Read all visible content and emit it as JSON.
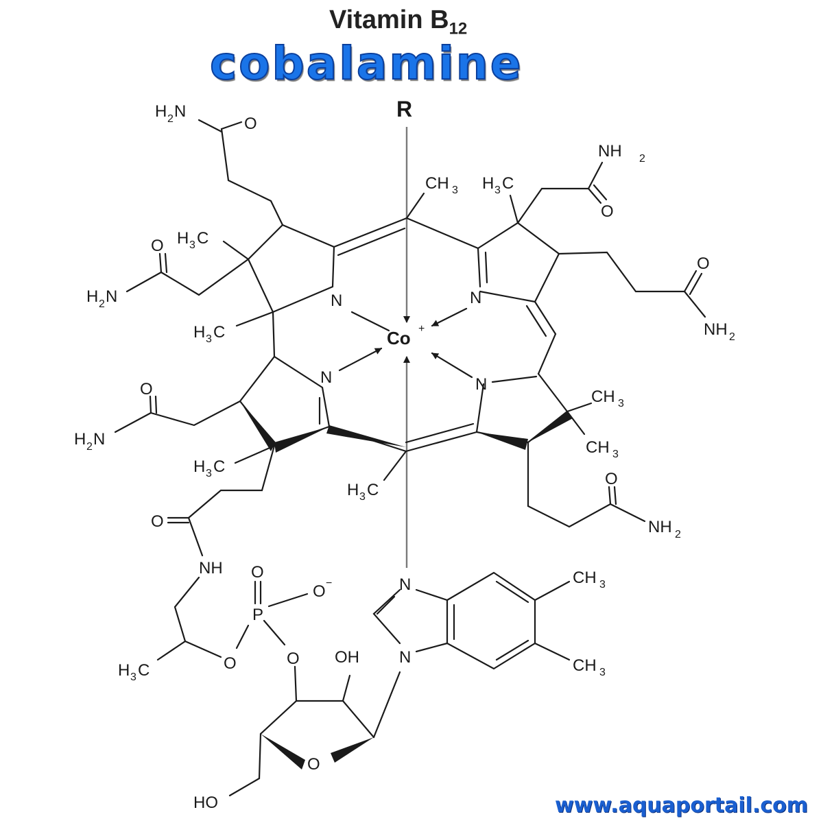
{
  "title": {
    "main": "Vitamin B",
    "subscript": "12"
  },
  "subtitle": "cobalamine",
  "watermark": "www.aquaportail.com",
  "atoms": {
    "R": "R",
    "Co": "Co",
    "Co_charge": "+",
    "N": "N",
    "NH": "NH",
    "O": "O",
    "OH": "OH",
    "HO": "HO",
    "P": "P",
    "O_minus": "O",
    "minus": "−",
    "CH": "CH",
    "H": "H",
    "C": "C",
    "NH2_main": "NH",
    "H2N_H": "H",
    "H2N_N": "N",
    "three": "3",
    "two": "2"
  },
  "colors": {
    "subtitle": "#1a74e8",
    "watermark": "#1a5fd0"
  }
}
